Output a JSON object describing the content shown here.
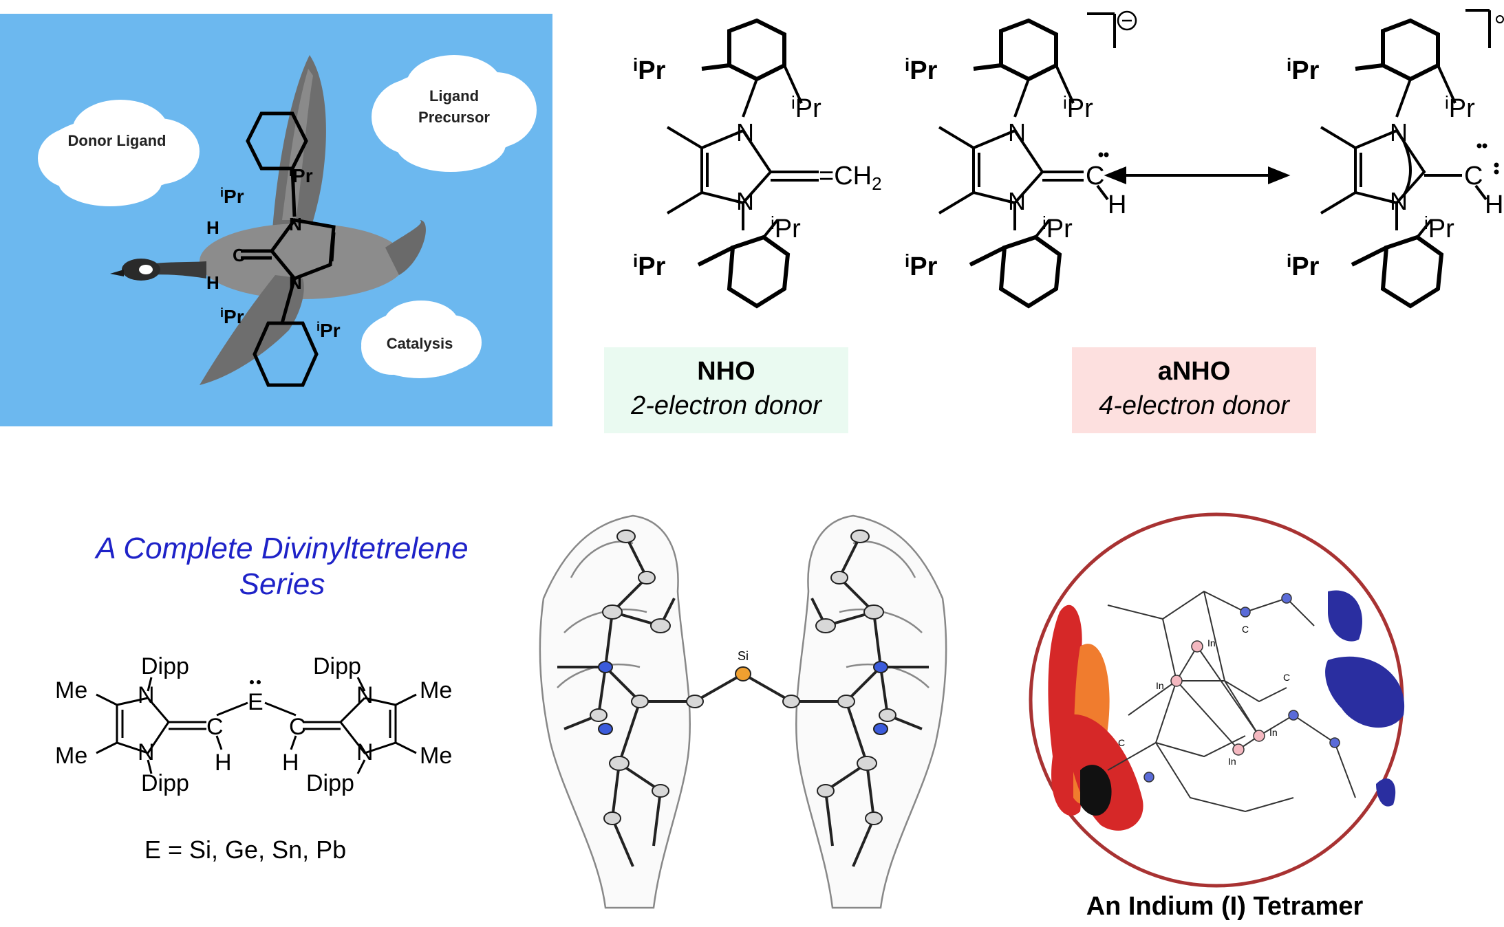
{
  "goose_panel": {
    "background": "#6cb8ef",
    "clouds": [
      "Donor Ligand",
      "Ligand Precursor",
      "Catalysis"
    ],
    "molecule_labels": {
      "ipr": "iPr",
      "n": "N",
      "h": "H",
      "c": "C"
    }
  },
  "ligands_panel": {
    "substituent": "Pr",
    "iso": "i",
    "ch2": "=CH",
    "sub2": "2",
    "n": "N",
    "c": "C",
    "h": "H",
    "nho": {
      "name": "NHO",
      "description": "2-electron donor",
      "color": "#eafaf1"
    },
    "anho": {
      "name": "aNHO",
      "description": "4-electron donor",
      "color": "#fde0df"
    }
  },
  "series_panel": {
    "title_line1": "A Complete Divinyltetrelene",
    "title_line2": "Series",
    "title_color": "#1e22c8",
    "labels": {
      "dipp": "Dipp",
      "me": "Me",
      "n": "N",
      "c": "C",
      "h": "H",
      "e": "E"
    },
    "formula": "E = Si, Ge, Sn, Pb"
  },
  "hands_panel": {
    "atom_label": "Si"
  },
  "tetramer_panel": {
    "caption": "An Indium (I) Tetramer",
    "atom_labels": {
      "in": "In",
      "c": "C"
    },
    "border_color": "#a83232"
  }
}
